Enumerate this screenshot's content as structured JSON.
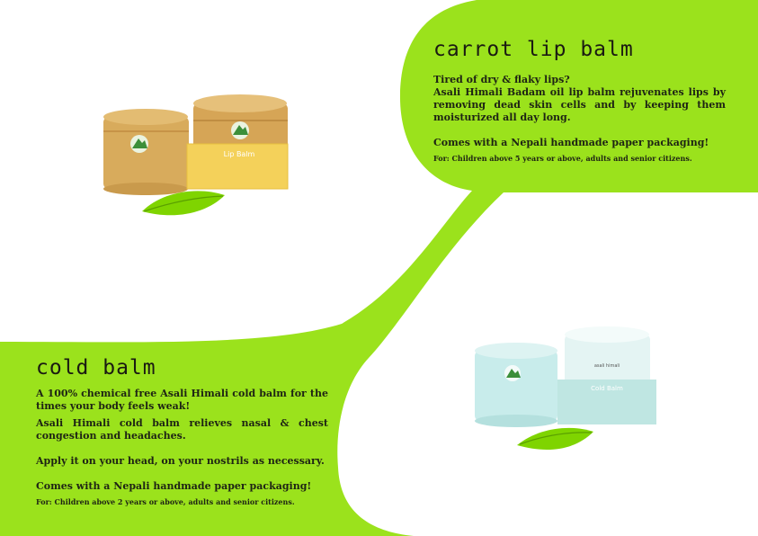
{
  "colors": {
    "accent_green": "#9be21c",
    "leaf_green": "#7fd400",
    "kraft": "#d4a55a",
    "mint": "#c6ebe8"
  },
  "top_panel": {
    "title": "carrot lip balm",
    "line1": "Tired of dry & flaky lips?",
    "line2": "Asali Himali Badam oil lip balm rejuvenates lips by removing dead skin cells and by keeping them moisturized all day long.",
    "line3": "Comes with a Nepali handmade paper packaging!",
    "note": "For: Children above 5 years or above, adults and senior citizens."
  },
  "bottom_panel": {
    "title": "cold balm",
    "line1": "A 100% chemical free Asali Himali cold balm for the times your body feels weak!",
    "line2": "Asali Himali cold balm relieves nasal & chest congestion and headaches.",
    "line3": "Apply it on your head, on your nostrils as necessary.",
    "line4": "Comes with a Nepali handmade paper packaging!",
    "note": "For: Children above 2 years or above, adults and senior citizens."
  },
  "products": {
    "lip_balm_label": "Lip Balm",
    "cold_balm_label": "Cold Balm",
    "brand_label": "asali himali",
    "lid_label": "asali himali"
  },
  "icons": [
    "leaf-icon",
    "mountain-logo-icon"
  ]
}
